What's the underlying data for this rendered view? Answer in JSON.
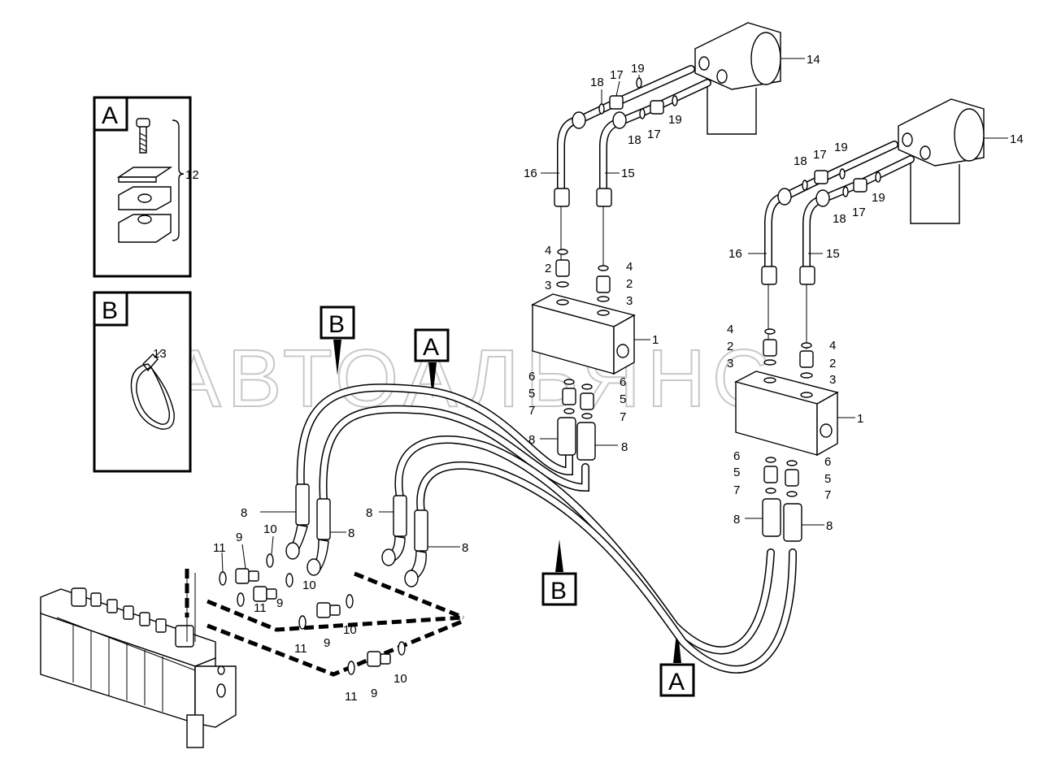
{
  "watermark": "АВТОАЛЬЯНС",
  "detail_a": {
    "letter": "A",
    "label": "12"
  },
  "detail_b": {
    "letter": "B",
    "label": "13"
  },
  "section_letters": {
    "a": "A",
    "b": "B"
  },
  "callouts": {
    "n1": "1",
    "n2": "2",
    "n3": "3",
    "n4": "4",
    "n5": "5",
    "n6": "6",
    "n7": "7",
    "n8": "8",
    "n9": "9",
    "n10": "10",
    "n11": "11",
    "n14": "14",
    "n15": "15",
    "n16": "16",
    "n17": "17",
    "n18": "18",
    "n19": "19"
  }
}
